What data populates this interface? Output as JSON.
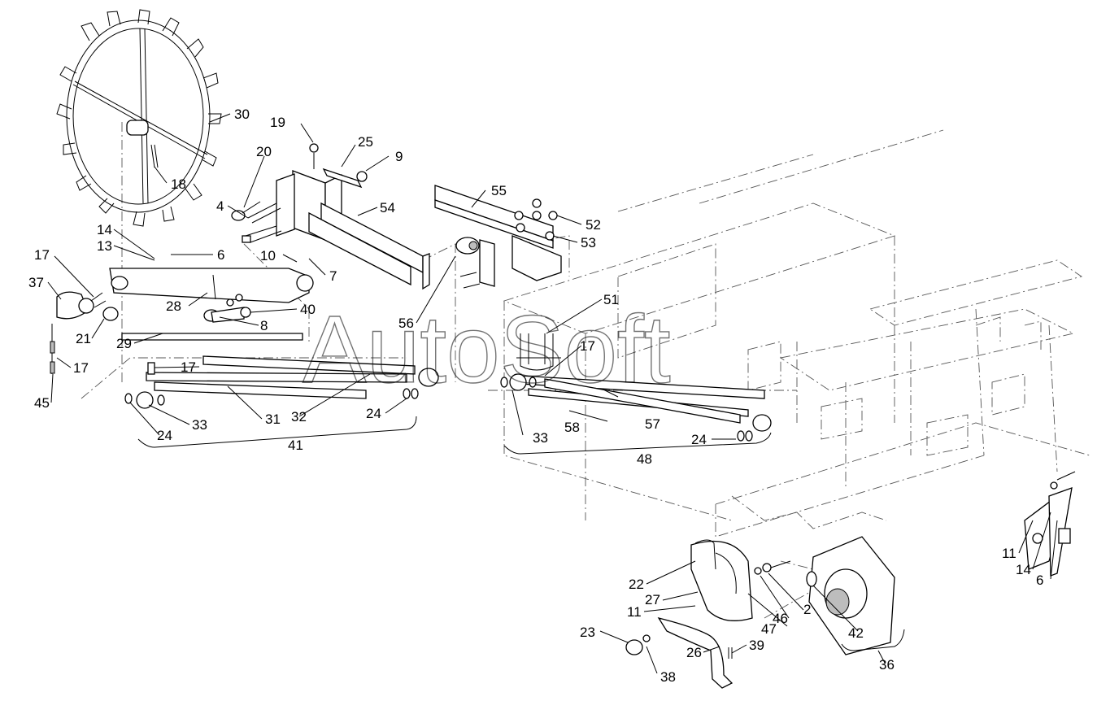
{
  "watermark": "AutoSoft",
  "callouts": [
    {
      "id": "c30",
      "text": "30"
    },
    {
      "id": "c19",
      "text": "19"
    },
    {
      "id": "c20",
      "text": "20"
    },
    {
      "id": "c25",
      "text": "25"
    },
    {
      "id": "c9",
      "text": "9"
    },
    {
      "id": "c18",
      "text": "18"
    },
    {
      "id": "c55",
      "text": "55"
    },
    {
      "id": "c54",
      "text": "54"
    },
    {
      "id": "c52",
      "text": "52"
    },
    {
      "id": "c53",
      "text": "53"
    },
    {
      "id": "c4",
      "text": "4"
    },
    {
      "id": "c14a",
      "text": "14"
    },
    {
      "id": "c13",
      "text": "13"
    },
    {
      "id": "c6a",
      "text": "6"
    },
    {
      "id": "c17a",
      "text": "17"
    },
    {
      "id": "c10",
      "text": "10"
    },
    {
      "id": "c7",
      "text": "7"
    },
    {
      "id": "c37",
      "text": "37"
    },
    {
      "id": "c28",
      "text": "28"
    },
    {
      "id": "c40",
      "text": "40"
    },
    {
      "id": "c21",
      "text": "21"
    },
    {
      "id": "c8",
      "text": "8"
    },
    {
      "id": "c29",
      "text": "29"
    },
    {
      "id": "c56",
      "text": "56"
    },
    {
      "id": "c51",
      "text": "51"
    },
    {
      "id": "c17b",
      "text": "17"
    },
    {
      "id": "c17c",
      "text": "17"
    },
    {
      "id": "c17d",
      "text": "17"
    },
    {
      "id": "c45",
      "text": "45"
    },
    {
      "id": "c24a",
      "text": "24"
    },
    {
      "id": "c33a",
      "text": "33"
    },
    {
      "id": "c31",
      "text": "31"
    },
    {
      "id": "c32",
      "text": "32"
    },
    {
      "id": "c24b",
      "text": "24"
    },
    {
      "id": "c41",
      "text": "41"
    },
    {
      "id": "c33b",
      "text": "33"
    },
    {
      "id": "c58",
      "text": "58"
    },
    {
      "id": "c57",
      "text": "57"
    },
    {
      "id": "c24c",
      "text": "24"
    },
    {
      "id": "c48",
      "text": "48"
    },
    {
      "id": "c11a",
      "text": "11"
    },
    {
      "id": "c14b",
      "text": "14"
    },
    {
      "id": "c6b",
      "text": "6"
    },
    {
      "id": "c22",
      "text": "22"
    },
    {
      "id": "c27",
      "text": "27"
    },
    {
      "id": "c11b",
      "text": "11"
    },
    {
      "id": "c2",
      "text": "2"
    },
    {
      "id": "c46",
      "text": "46"
    },
    {
      "id": "c47",
      "text": "47"
    },
    {
      "id": "c42",
      "text": "42"
    },
    {
      "id": "c23",
      "text": "23"
    },
    {
      "id": "c26",
      "text": "26"
    },
    {
      "id": "c39",
      "text": "39"
    },
    {
      "id": "c38",
      "text": "38"
    },
    {
      "id": "c36",
      "text": "36"
    }
  ]
}
